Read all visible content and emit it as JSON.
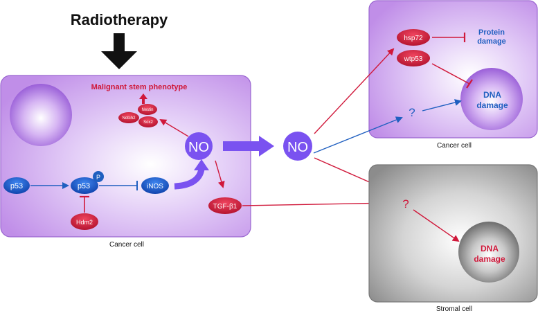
{
  "treatment": "Radiotherapy",
  "left_cell": {
    "caption": "Cancer cell",
    "phenotype": "Malignant stem phenotype",
    "markers": [
      "Nestin",
      "Notch2",
      "Sox2"
    ],
    "p53": "p53",
    "p53_phos": "p53",
    "phospho": "P",
    "hdm2": "Hdm2",
    "inos": "iNOS",
    "no": "NO",
    "tgf": "TGF-β1"
  },
  "no_released": "NO",
  "right_top_cell": {
    "caption": "Cancer cell",
    "hsp72": "hsp72",
    "wtp53": "wtp53",
    "protein_damage_1": "Protein",
    "protein_damage_2": "damage",
    "dna_1": "DNA",
    "dna_2": "damage",
    "unknown": "?"
  },
  "stromal_cell": {
    "caption": "Stromal cell",
    "dna_1": "DNA",
    "dna_2": "damage"
  },
  "stromal_unknown": "?",
  "colors": {
    "red": "#d0183a",
    "blue": "#1f5fc0",
    "purple_node": "#7a52f0",
    "cell_purple": "#c79cf0",
    "stromal_gray": "#9a9a9a"
  }
}
